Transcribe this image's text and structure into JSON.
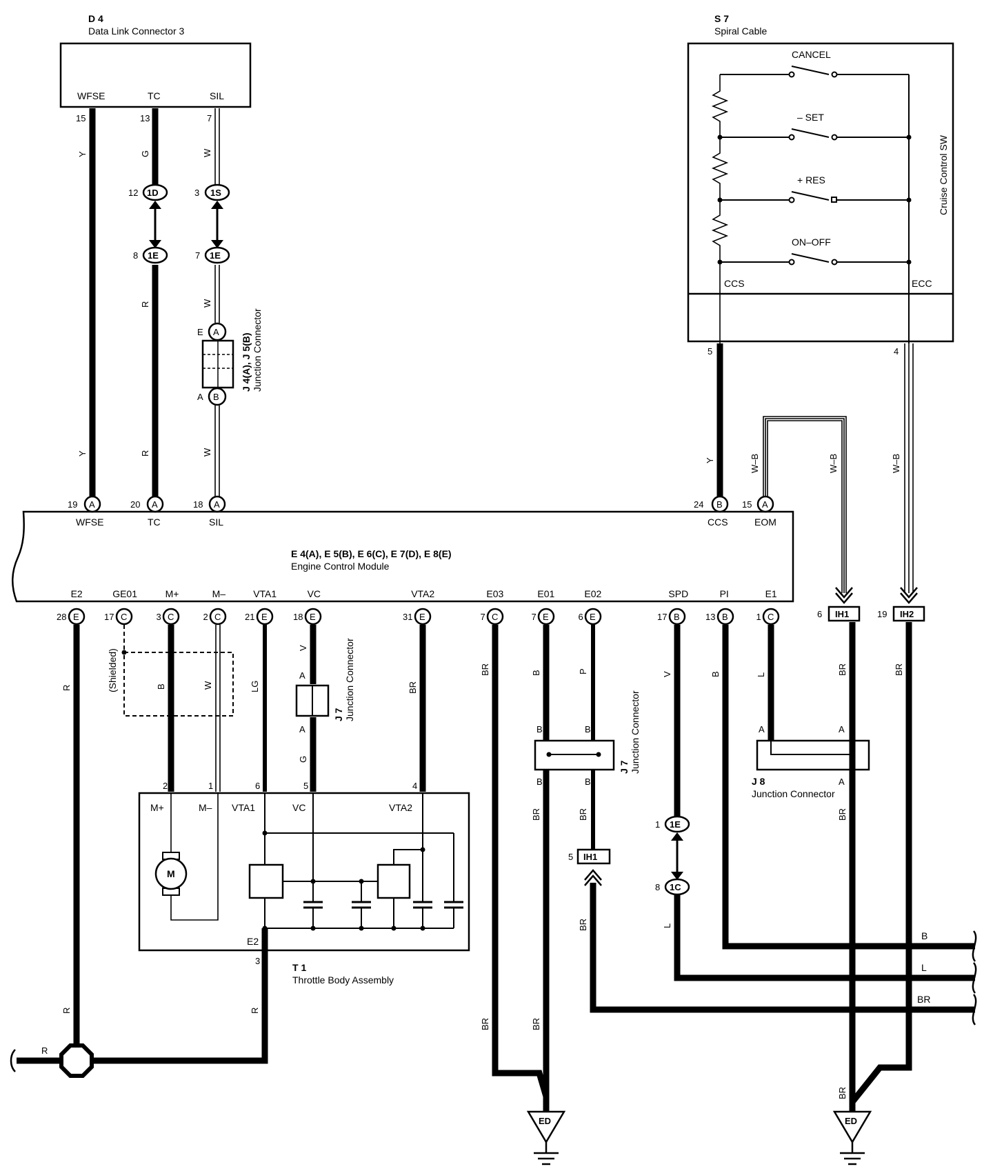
{
  "components": {
    "d4": {
      "id": "D 4",
      "name": "Data Link Connector 3",
      "terminals": [
        "WFSE",
        "TC",
        "SIL"
      ]
    },
    "s7": {
      "id": "S 7",
      "name": "Spiral Cable",
      "switch_name": "Cruise Control SW",
      "switches": [
        "CANCEL",
        "– SET",
        "+ RES",
        "ON–OFF"
      ],
      "terminals": [
        "CCS",
        "ECC"
      ]
    },
    "ecm": {
      "id": "E 4(A), E 5(B), E 6(C), E 7(D), E 8(E)",
      "name": "Engine Control Module",
      "top_terminals": [
        "WFSE",
        "TC",
        "SIL",
        "CCS",
        "EOM"
      ],
      "bottom_terminals": [
        "E2",
        "GE01",
        "M+",
        "M–",
        "VTA1",
        "VC",
        "VTA2",
        "E03",
        "E01",
        "E02",
        "SPD",
        "PI",
        "E1"
      ]
    },
    "j4j5": {
      "id": "J 4(A), J 5(B)",
      "name": "Junction Connector",
      "pins": [
        "E",
        "A"
      ],
      "letters": [
        "A",
        "B"
      ]
    },
    "j7": {
      "id": "J 7",
      "name": "Junction Connector"
    },
    "j8": {
      "id": "J 8",
      "name": "Junction Connector"
    },
    "t1": {
      "id": "T 1",
      "name": "Throttle Body Assembly",
      "terminals": [
        "M+",
        "M–",
        "VTA1",
        "VC",
        "VTA2",
        "E2"
      ],
      "motor": "M"
    },
    "shielded": "(Shielded)",
    "grounds": [
      "ED",
      "ED"
    ],
    "connectors": [
      "1D",
      "1E",
      "1S",
      "1E",
      "1E",
      "1C",
      "IH1",
      "IH2",
      "IH1"
    ]
  },
  "pins": {
    "d4": [
      "15",
      "13",
      "7"
    ],
    "inline_top": [
      "12",
      "8",
      "3",
      "7"
    ],
    "ecm_top": [
      "19",
      "20",
      "18",
      "24",
      "15"
    ],
    "ecm_top_letters": [
      "A",
      "A",
      "A",
      "B",
      "A"
    ],
    "ecm_bottom": [
      "28",
      "17",
      "3",
      "2",
      "21",
      "18",
      "31",
      "7",
      "7",
      "6",
      "17",
      "13",
      "1"
    ],
    "ecm_bottom_letters": [
      "E",
      "C",
      "C",
      "C",
      "E",
      "E",
      "E",
      "C",
      "E",
      "E",
      "B",
      "B",
      "C"
    ],
    "s7": [
      "5",
      "4"
    ],
    "t1": [
      "2",
      "1",
      "6",
      "5",
      "4",
      "3"
    ],
    "ih": [
      "6",
      "19",
      "5"
    ],
    "spd": [
      "1",
      "8"
    ]
  },
  "wire_colors": {
    "top": [
      "Y",
      "G",
      "W",
      "R",
      "W",
      "Y",
      "R",
      "W"
    ],
    "right_top": [
      "Y",
      "W–B",
      "W–B",
      "W–B"
    ],
    "bottom": [
      "R",
      "B",
      "W",
      "LG",
      "V",
      "G",
      "BR",
      "BR",
      "B",
      "P",
      "V",
      "B",
      "L",
      "BR",
      "BR"
    ],
    "lower": [
      "BR",
      "BR",
      "BR",
      "L",
      "BR",
      "R",
      "R",
      "R",
      "BR",
      "BR",
      "BR"
    ],
    "right_bus": [
      "B",
      "L",
      "BR"
    ],
    "j7_letters": [
      "A",
      "A",
      "B",
      "B",
      "B",
      "B"
    ],
    "j8_letters": [
      "A",
      "A",
      "A"
    ]
  }
}
